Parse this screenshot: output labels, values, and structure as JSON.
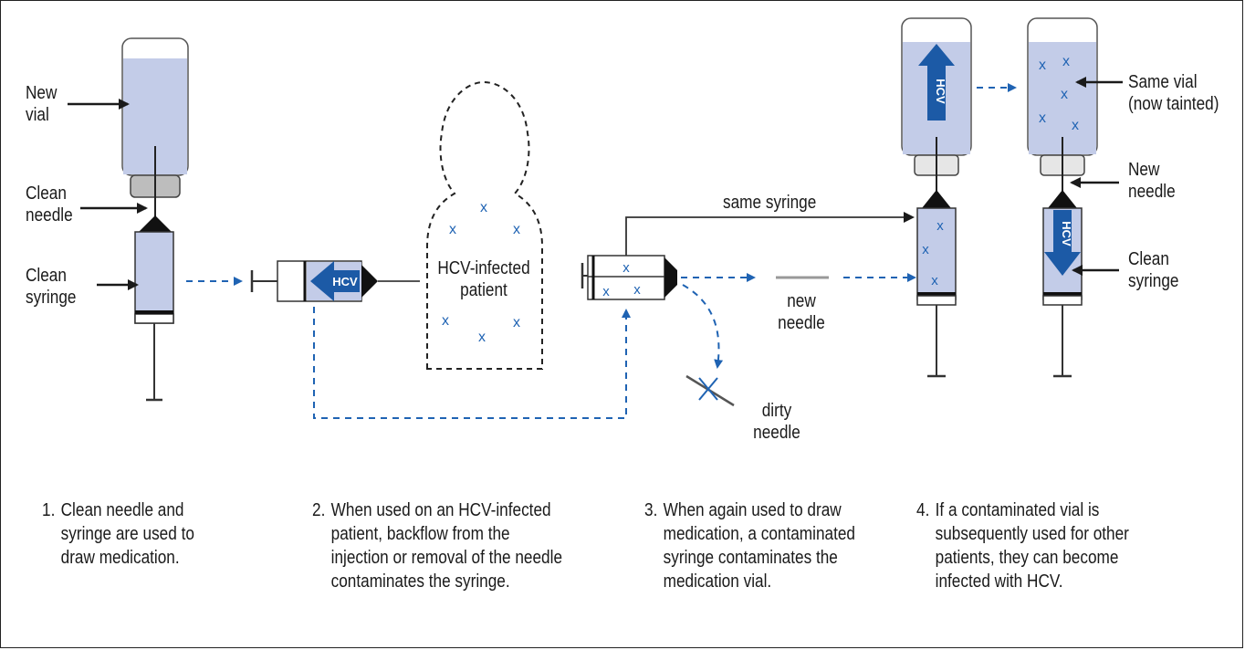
{
  "colors": {
    "fluid": "#c3cce8",
    "blue": "#1f63b3",
    "dark_blue": "#1c5aa6",
    "cap": "#cfcfcf",
    "ink": "#1a1a1a"
  },
  "labels": {
    "new_vial": "New\nvial",
    "clean_needle": "Clean\nneedle",
    "clean_syringe_1": "Clean\nsyringe",
    "hcv_patient": "HCV-infected\npatient",
    "same_syringe": "same syringe",
    "new_needle_mid": "new\nneedle",
    "dirty_needle": "dirty\nneedle",
    "same_vial": "Same vial\n(now tainted)",
    "new_needle_right": "New\nneedle",
    "clean_syringe_2": "Clean\nsyringe",
    "hcv_arrow": "HCV",
    "x_mark": "x"
  },
  "steps": [
    {
      "num": "1.",
      "text": "Clean needle and\nsyringe are used to\ndraw medication."
    },
    {
      "num": "2.",
      "text": "When used on an HCV-infected\npatient, backflow from the\ninjection or removal of the needle\ncontaminates the syringe."
    },
    {
      "num": "3.",
      "text": "When again used to draw\nmedication, a contaminated\nsyringe contaminates the\nmedication vial."
    },
    {
      "num": "4.",
      "text": "If a contaminated vial is\nsubsequently used for other\npatients, they can become\ninfected with HCV."
    }
  ]
}
